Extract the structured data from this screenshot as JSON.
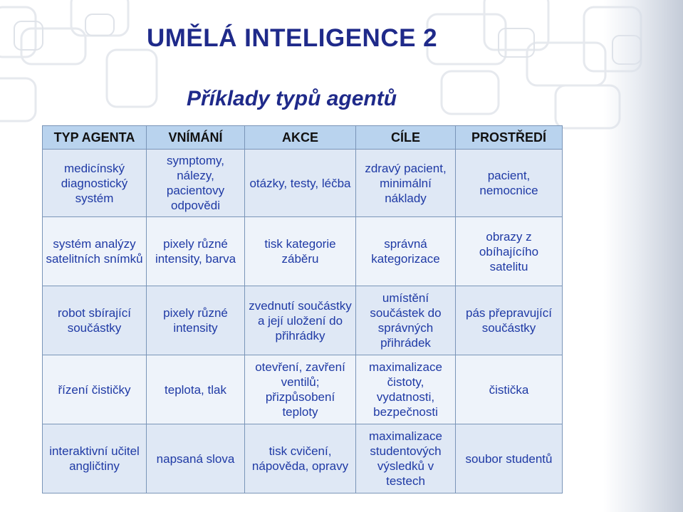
{
  "title": "UMĚLÁ INTELIGENCE 2",
  "subtitle": "Příklady typů agentů",
  "table": {
    "headers": [
      "TYP AGENTA",
      "VNÍMÁNÍ",
      "AKCE",
      "CÍLE",
      "PROSTŘEDÍ"
    ],
    "rows": [
      [
        "medicínský diagnostický systém",
        "symptomy, nálezy, pacientovy odpovědi",
        "otázky, testy, léčba",
        "zdravý pacient, minimální náklady",
        "pacient, nemocnice"
      ],
      [
        "systém analýzy satelitních snímků",
        "pixely různé intensity, barva",
        "tisk kategorie záběru",
        "správná kategorizace",
        "obrazy z obíhajícího satelitu"
      ],
      [
        "robot sbírající součástky",
        "pixely různé intensity",
        "zvednutí součástky a její uložení do přihrádky",
        "umístění součástek do správných přihrádek",
        "pás přepravující součástky"
      ],
      [
        "řízení čističky",
        "teplota, tlak",
        "otevření, zavření ventilů; přizpůsobení teploty",
        "maximalizace čistoty, vydatnosti, bezpečnosti",
        "čistička"
      ],
      [
        "interaktivní učitel angličtiny",
        "napsaná slova",
        "tisk cvičení, nápověda, opravy",
        "maximalizace studentových výsledků v testech",
        "soubor studentů"
      ]
    ]
  },
  "colors": {
    "title": "#1f2a8a",
    "cell_text": "#1f3aa5",
    "header_bg": "#b9d3ee",
    "row_bg_odd": "#dfe8f5",
    "row_bg_even": "#eef3fa",
    "border": "#7a95b8"
  }
}
